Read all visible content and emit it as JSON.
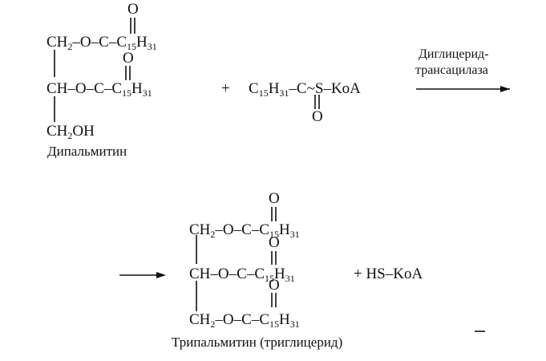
{
  "reaction": {
    "reactant1": {
      "row1": {
        "head": "CH",
        "sub1": "2",
        "tail": "–O–",
        "c": "C",
        "r": "C",
        "rs1": "15",
        "h": "H",
        "rs2": "31",
        "o": "O"
      },
      "row2": {
        "head": "CH–O–",
        "c": "C",
        "r": "C",
        "rs1": "15",
        "h": "H",
        "rs2": "31",
        "o": "O"
      },
      "row3": {
        "head": "CH",
        "sub1": "2",
        "tail": "OH"
      },
      "name": "Дипальмитин"
    },
    "plus1": "+",
    "reactant2": {
      "r": "C",
      "rs1": "15",
      "h": "H",
      "rs2": "31",
      "c": "–C",
      "tail": "~S–KoA",
      "o": "O"
    },
    "enzyme": {
      "line1": "Диглицерид-",
      "line2": "трансацилаза"
    },
    "product": {
      "row1": {
        "head": "CH",
        "sub1": "2",
        "tail": "–O–",
        "c": "C",
        "r": "C",
        "rs1": "15",
        "h": "H",
        "rs2": "31",
        "o": "O"
      },
      "row2": {
        "head": "CH–O–",
        "c": "C",
        "r": "C",
        "rs1": "15",
        "h": "H",
        "rs2": "31",
        "o": "O"
      },
      "row3": {
        "head": "CH",
        "sub1": "2",
        "tail": "–O–",
        "c": "C",
        "r": "C",
        "rs1": "15",
        "h": "H",
        "rs2": "31",
        "o": "O"
      },
      "name": "Трипальмитин (триглицерид)"
    },
    "plus2": "+ HS–KoA"
  }
}
